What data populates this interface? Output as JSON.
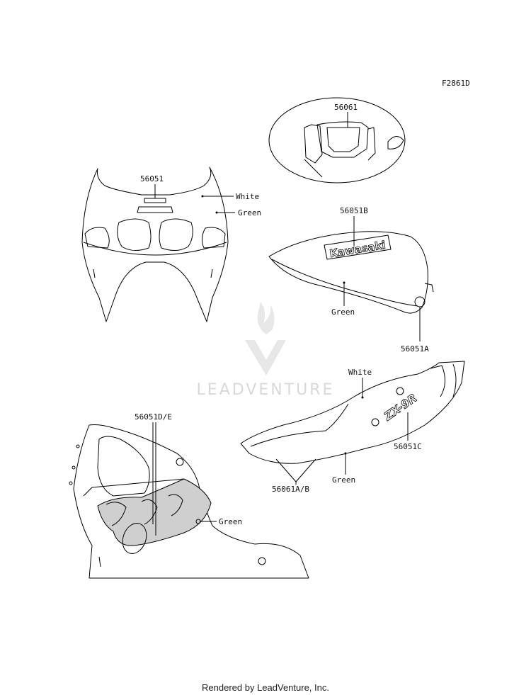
{
  "figure_id": "F2861D",
  "footer": "Rendered by LeadVenture, Inc.",
  "watermark": "LEADVENTURE",
  "parts": {
    "p56051": "56051",
    "p56061": "56061",
    "p56051B": "56051B",
    "p56051A": "56051A",
    "p56051C": "56051C",
    "p56051DE": "56051D/E",
    "p56061AB": "56061A/B"
  },
  "colors": {
    "white": "White",
    "green": "Green"
  },
  "decals": {
    "tank_logo": "Kawasaki",
    "tail_logo": "ZX-9R"
  }
}
